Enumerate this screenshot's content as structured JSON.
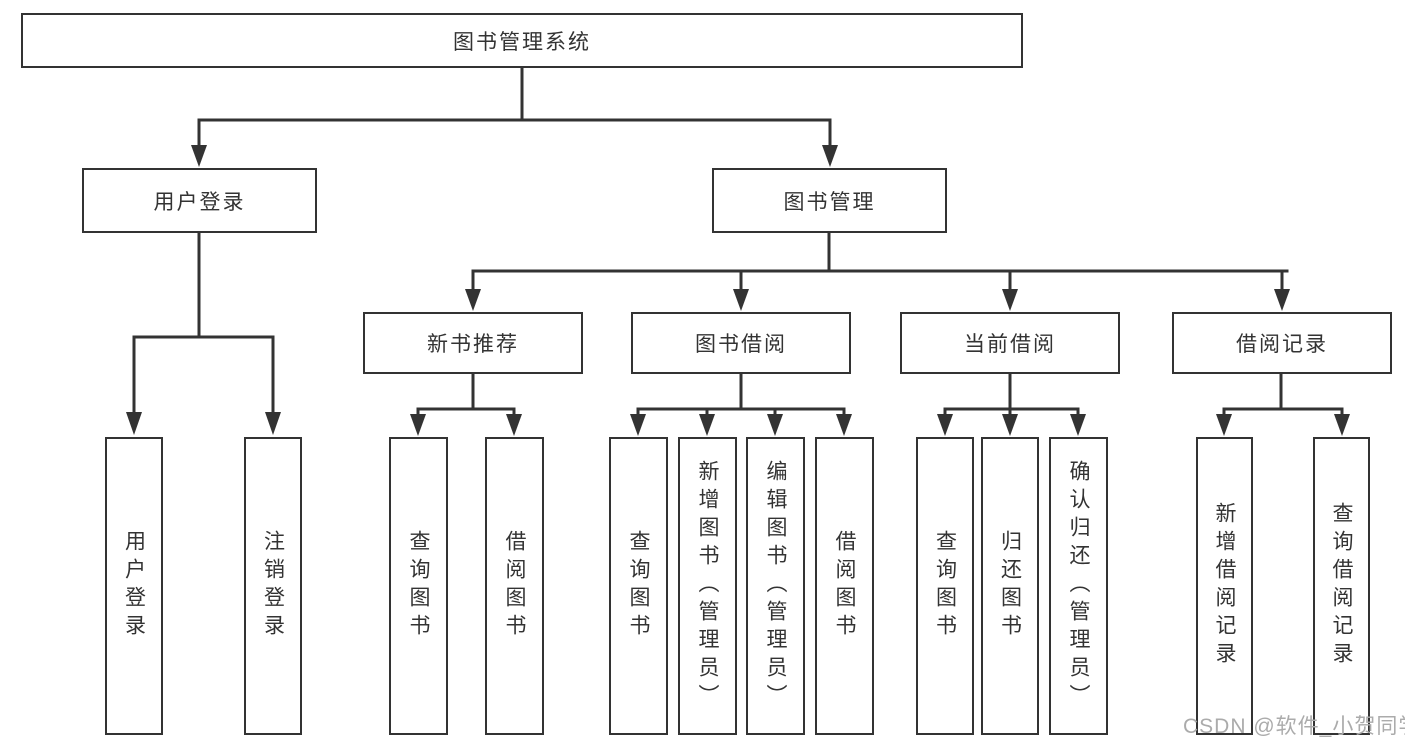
{
  "diagram": {
    "root": {
      "label": "图书管理系统"
    },
    "level2": {
      "user_login": {
        "label": "用户登录"
      },
      "book_mgmt": {
        "label": "图书管理"
      }
    },
    "level3": {
      "new_books": {
        "label": "新书推荐"
      },
      "borrowing": {
        "label": "图书借阅"
      },
      "current": {
        "label": "当前借阅"
      },
      "records": {
        "label": "借阅记录"
      }
    },
    "leaves": {
      "user_login": [
        "用户登录",
        "注销登录"
      ],
      "new_books": [
        "查询图书",
        "借阅图书"
      ],
      "borrowing": [
        "查询图书",
        "新增图书（管理员）",
        "编辑图书（管理员）",
        "借阅图书"
      ],
      "current": [
        "查询图书",
        "归还图书",
        "确认归还（管理员）"
      ],
      "records": [
        "新增借阅记录",
        "查询借阅记录"
      ]
    },
    "watermark": "CSDN @软件_小贺同学"
  },
  "colors": {
    "line": "#333333",
    "text": "#333333",
    "box_background": "#ffffff",
    "page_background": "#ffffff",
    "watermark": "#ababab"
  }
}
